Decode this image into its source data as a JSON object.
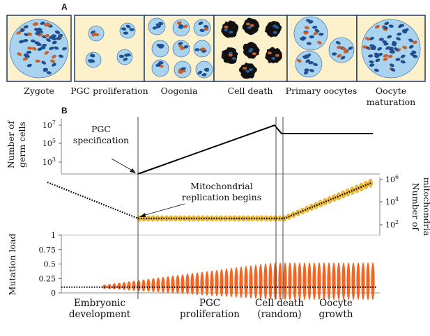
{
  "panel_a": {
    "letter": "A",
    "stages": [
      {
        "name": "zygote",
        "label": [
          "Zygote"
        ]
      },
      {
        "name": "pgc-proliferation",
        "label": [
          "PGC proliferation"
        ]
      },
      {
        "name": "oogonia",
        "label": [
          "Oogonia"
        ]
      },
      {
        "name": "cell-death",
        "label": [
          "Cell death"
        ]
      },
      {
        "name": "primary-oocytes",
        "label": [
          "Primary oocytes"
        ]
      },
      {
        "name": "oocyte-maturation",
        "label": [
          "Oocyte",
          "maturation"
        ]
      }
    ]
  },
  "panel_b": {
    "letter": "B",
    "annotations": {
      "pgc_specification": [
        "PGC",
        "specification"
      ],
      "mito_replication": [
        "Mitochondrial",
        "replication begins"
      ]
    },
    "phases": [
      {
        "name": "embryonic",
        "label": [
          "Embryonic",
          "development"
        ]
      },
      {
        "name": "pgc-proliferation",
        "label": [
          "PGC",
          "proliferation"
        ]
      },
      {
        "name": "cell-death",
        "label": [
          "Cell death",
          "(random)"
        ]
      },
      {
        "name": "oocyte-growth",
        "label": [
          "Oocyte",
          "growth"
        ]
      }
    ]
  },
  "colors": {
    "panel_bg": "#fdf1cc",
    "cell_fill": "#a9d3ee",
    "mito_blue": "#1f4f8f",
    "mito_orange": "#c8602a",
    "dead_cell": "#111111",
    "mito_yellow": "#e8b020",
    "load_orange": "#f26522"
  },
  "chart_data": [
    {
      "type": "line",
      "name": "germ-cells",
      "ylabel": [
        "Number of",
        "germ cells"
      ],
      "y_scale": "log",
      "y_ticks": [
        "10^3",
        "10^5",
        "10^7"
      ]
    },
    {
      "type": "scatter",
      "name": "mitochondria",
      "ylabel": [
        "Number of",
        "mitochondria"
      ],
      "y_scale": "log",
      "y_ticks": [
        "10^2",
        "10^4",
        "10^6"
      ]
    },
    {
      "type": "scatter",
      "name": "mutation-load",
      "ylabel": [
        "Mutation load"
      ],
      "ylim": [
        0,
        1
      ],
      "y_ticks": [
        "0",
        "0.25",
        "0.5",
        "0.75",
        "1"
      ],
      "mean_value": 0.1
    }
  ]
}
